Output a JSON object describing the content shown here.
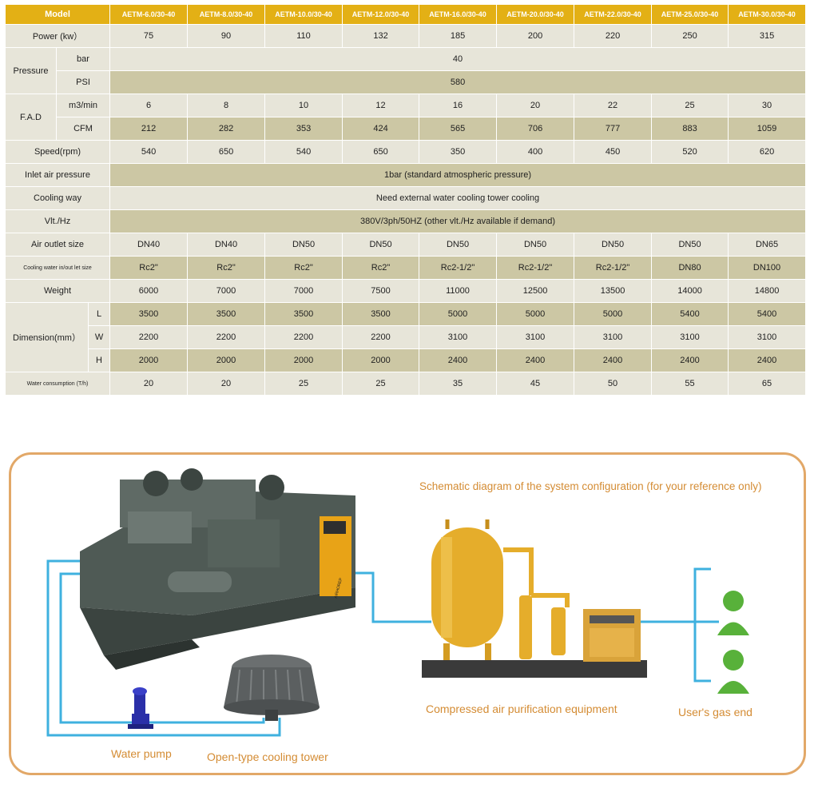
{
  "table": {
    "model_label": "Model",
    "models": [
      "AETM-6.0/30-40",
      "AETM-8.0/30-40",
      "AETM-10.0/30-40",
      "AETM-12.0/30-40",
      "AETM-16.0/30-40",
      "AETM-20.0/30-40",
      "AETM-22.0/30-40",
      "AETM-25.0/30-40",
      "AETM-30.0/30-40"
    ],
    "power_label": "Power (kw）",
    "power": [
      "75",
      "90",
      "110",
      "132",
      "185",
      "200",
      "220",
      "250",
      "315"
    ],
    "pressure_label": "Pressure",
    "bar_label": "bar",
    "bar_value": "40",
    "psi_label": "PSI",
    "psi_value": "580",
    "fad_label": "F.A.D",
    "m3_label": "m3/min",
    "m3": [
      "6",
      "8",
      "10",
      "12",
      "16",
      "20",
      "22",
      "25",
      "30"
    ],
    "cfm_label": "CFM",
    "cfm": [
      "212",
      "282",
      "353",
      "424",
      "565",
      "706",
      "777",
      "883",
      "1059"
    ],
    "speed_label": "Speed(rpm)",
    "speed": [
      "540",
      "650",
      "540",
      "650",
      "350",
      "400",
      "450",
      "520",
      "620"
    ],
    "inlet_label": "Inlet air pressure",
    "inlet_value": "1bar (standard atmospheric pressure)",
    "cooling_label": "Cooling way",
    "cooling_value": "Need external water cooling tower cooling",
    "vlt_label": "Vlt./Hz",
    "vlt_value": "380V/3ph/50HZ (other vlt./Hz available if demand)",
    "outlet_label": "Air outlet size",
    "outlet": [
      "DN40",
      "DN40",
      "DN50",
      "DN50",
      "DN50",
      "DN50",
      "DN50",
      "DN50",
      "DN65"
    ],
    "water_io_label": "Cooling water in/out let size",
    "water_io": [
      "Rc2\"",
      "Rc2\"",
      "Rc2\"",
      "Rc2\"",
      "Rc2-1/2\"",
      "Rc2-1/2\"",
      "Rc2-1/2\"",
      "DN80",
      "DN100"
    ],
    "weight_label": "Weight",
    "weight": [
      "6000",
      "7000",
      "7000",
      "7500",
      "11000",
      "12500",
      "13500",
      "14000",
      "14800"
    ],
    "dimension_label": "Dimension(mm）",
    "l_label": "L",
    "l": [
      "3500",
      "3500",
      "3500",
      "3500",
      "5000",
      "5000",
      "5000",
      "5400",
      "5400"
    ],
    "w_label": "W",
    "w": [
      "2200",
      "2200",
      "2200",
      "2200",
      "3100",
      "3100",
      "3100",
      "3100",
      "3100"
    ],
    "h_label": "H",
    "h": [
      "2000",
      "2000",
      "2000",
      "2000",
      "2400",
      "2400",
      "2400",
      "2400",
      "2400"
    ],
    "water_consumption_label": "Water consumption (T/h)",
    "water_consumption": [
      "20",
      "20",
      "25",
      "25",
      "35",
      "45",
      "50",
      "55",
      "65"
    ]
  },
  "diagram": {
    "title": "Schematic diagram of the system configuration (for your reference only)",
    "compressor_brand": "AIRHOREP",
    "label_purification": "Compressed air purification equipment",
    "label_user": "User's gas end",
    "label_pump": "Water pump",
    "label_tower": "Open-type cooling tower",
    "colors": {
      "frame": "#e2a868",
      "caption": "#d48c34",
      "pipe": "#3fb1df",
      "header": "#e3b015",
      "row_dark": "#ccc7a4",
      "row_light": "#e7e5d9"
    },
    "icons": [
      "compressor-icon",
      "cooling-tower-icon",
      "water-pump-icon",
      "air-tank-icon",
      "filter-icon",
      "dryer-icon",
      "user-icon"
    ]
  }
}
